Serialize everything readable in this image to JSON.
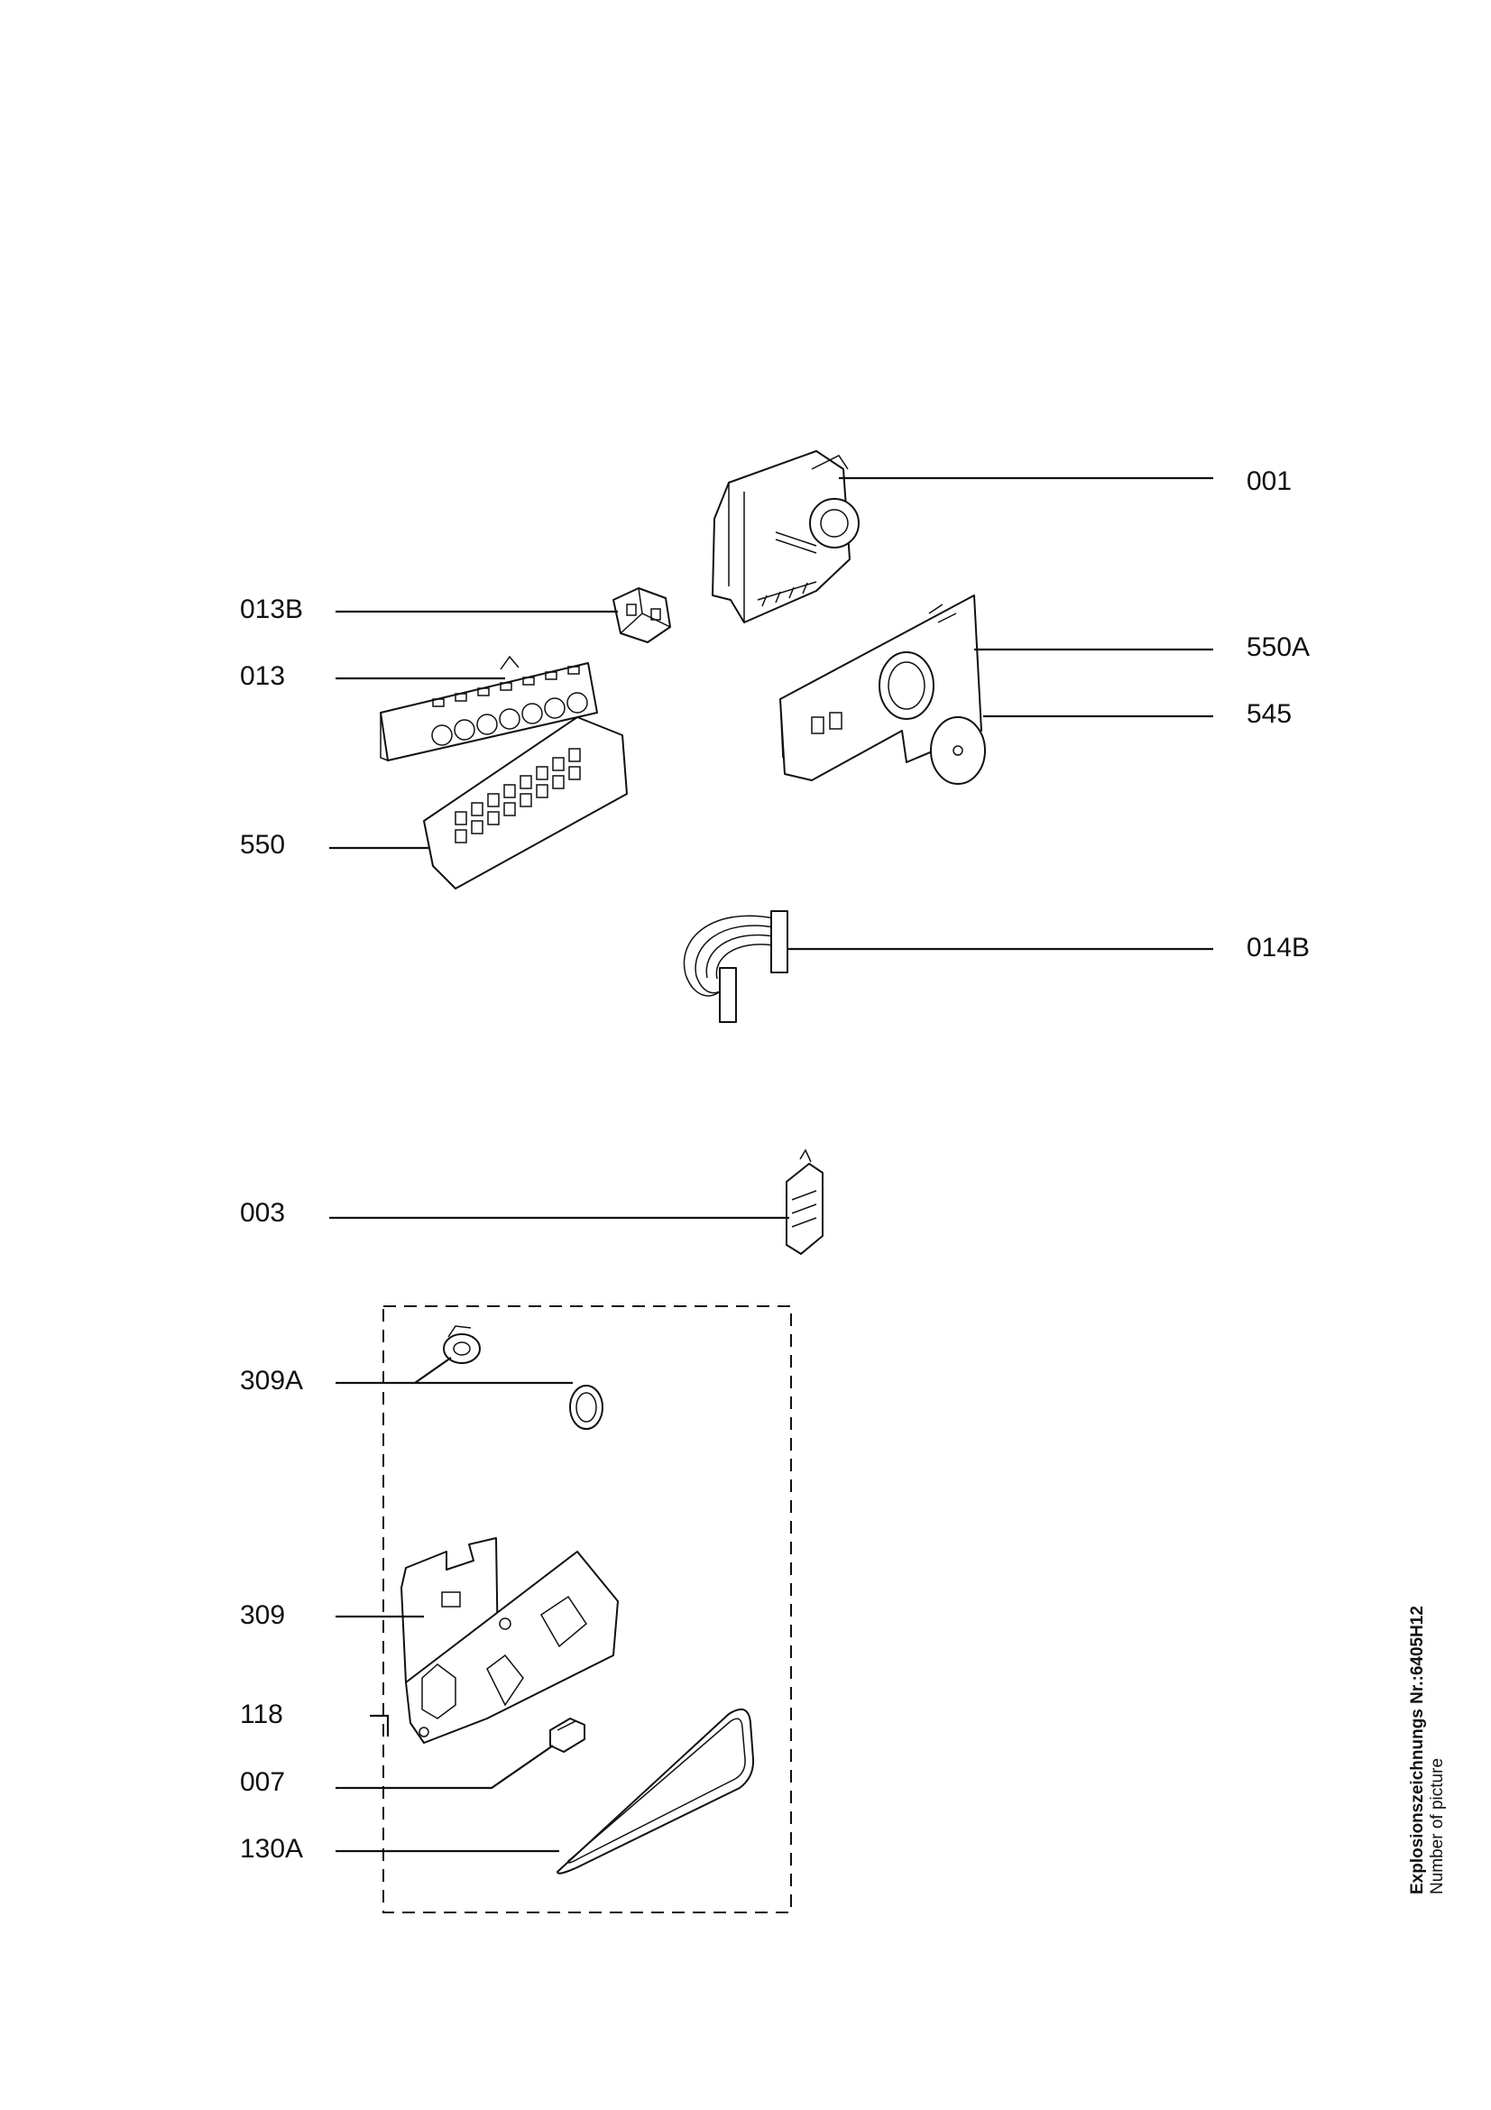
{
  "labels": {
    "001": "001",
    "013B": "013B",
    "013": "013",
    "550A": "550A",
    "545": "545",
    "550": "550",
    "014B": "014B",
    "003": "003",
    "309A": "309A",
    "309": "309",
    "118": "118",
    "007": "007",
    "130A": "130A"
  },
  "side_caption": {
    "primary": "Explosionszeichnungs Nr.:6405H12",
    "secondary": "Number of picture"
  }
}
